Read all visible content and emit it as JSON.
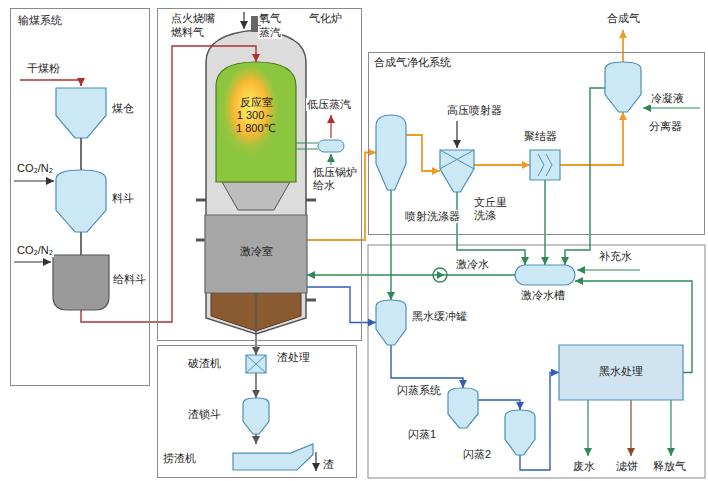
{
  "diagram": {
    "nodes": [
      {
        "text": [
          "输煤系统"
        ]
      },
      {
        "text": [
          "煤仓"
        ],
        "in": 0
      },
      {
        "text": [
          "料斗"
        ],
        "in": 0
      },
      {
        "text": [
          "给料斗"
        ],
        "in": 0
      },
      {
        "text": [
          "气化炉"
        ]
      },
      {
        "text": [
          "反应室",
          "1 300～ 1 800℃"
        ],
        "in": 4
      },
      {
        "text": [
          "激冷室"
        ],
        "in": 4
      },
      {
        "text": [
          "合成气净化系统"
        ]
      },
      {
        "text": [
          "喷射洗涤器"
        ],
        "in": 7
      },
      {
        "text": [
          "文丘里洗涤"
        ],
        "in": 7
      },
      {
        "text": [
          "聚结器"
        ],
        "in": 7
      },
      {
        "text": [
          "分离器"
        ],
        "in": 7
      },
      {
        "text": [
          "激冷水槽"
        ]
      },
      {
        "text": [
          "黑水缓冲罐"
        ]
      },
      {
        "text": [
          "闪蒸1"
        ]
      },
      {
        "text": [
          "闪蒸2"
        ]
      },
      {
        "text": [
          "黑水处理"
        ]
      },
      {
        "text": [
          "渣处理"
        ]
      },
      {
        "text": [
          "破渣机"
        ],
        "in": 17
      },
      {
        "text": [
          "渣锁斗"
        ],
        "in": 17
      },
      {
        "text": [
          "捞渣机"
        ],
        "in": 17
      }
    ],
    "edges": [
      {
        "from": 1,
        "to": 2,
        "arrow": "none"
      },
      {
        "from": 2,
        "to": 3,
        "arrow": "none"
      },
      {
        "from": 3,
        "to": 5,
        "arrow": "to"
      },
      {
        "from": 6,
        "to": 8,
        "arrow": "to"
      },
      {
        "from": 8,
        "to": 9,
        "arrow": "to"
      },
      {
        "from": 9,
        "to": 10,
        "arrow": "to"
      },
      {
        "from": 10,
        "to": 11,
        "arrow": "to"
      },
      {
        "from": 8,
        "to": 13,
        "arrow": "to"
      },
      {
        "from": 9,
        "to": 12,
        "arrow": "to"
      },
      {
        "from": 10,
        "to": 12,
        "arrow": "to"
      },
      {
        "from": 11,
        "to": 12,
        "arrow": "to"
      },
      {
        "from": 12,
        "to": 6,
        "arrow": "to"
      },
      {
        "from": 6,
        "to": 13,
        "arrow": "to"
      },
      {
        "from": 13,
        "to": 14,
        "arrow": "to"
      },
      {
        "from": 14,
        "to": 15,
        "arrow": "to"
      },
      {
        "from": 15,
        "to": 16,
        "arrow": "to"
      },
      {
        "from": 16,
        "to": 12,
        "arrow": "to"
      },
      {
        "from": 6,
        "to": 18,
        "arrow": "to"
      },
      {
        "from": 18,
        "to": 19,
        "arrow": "to"
      },
      {
        "from": 19,
        "to": 20,
        "arrow": "to"
      }
    ],
    "labels": [
      "干煤粉",
      "CO₂/N₂",
      "CO₂/N₂",
      "点火烧嘴",
      "燃料气",
      "氧气",
      "蒸汽",
      "低压蒸汽",
      "低压锅炉给水",
      "高压喷射器",
      "冷凝液",
      "合成气",
      "激冷水",
      "补充水",
      "闪蒸系统",
      "废水",
      "滤饼",
      "释放气",
      "渣"
    ]
  }
}
